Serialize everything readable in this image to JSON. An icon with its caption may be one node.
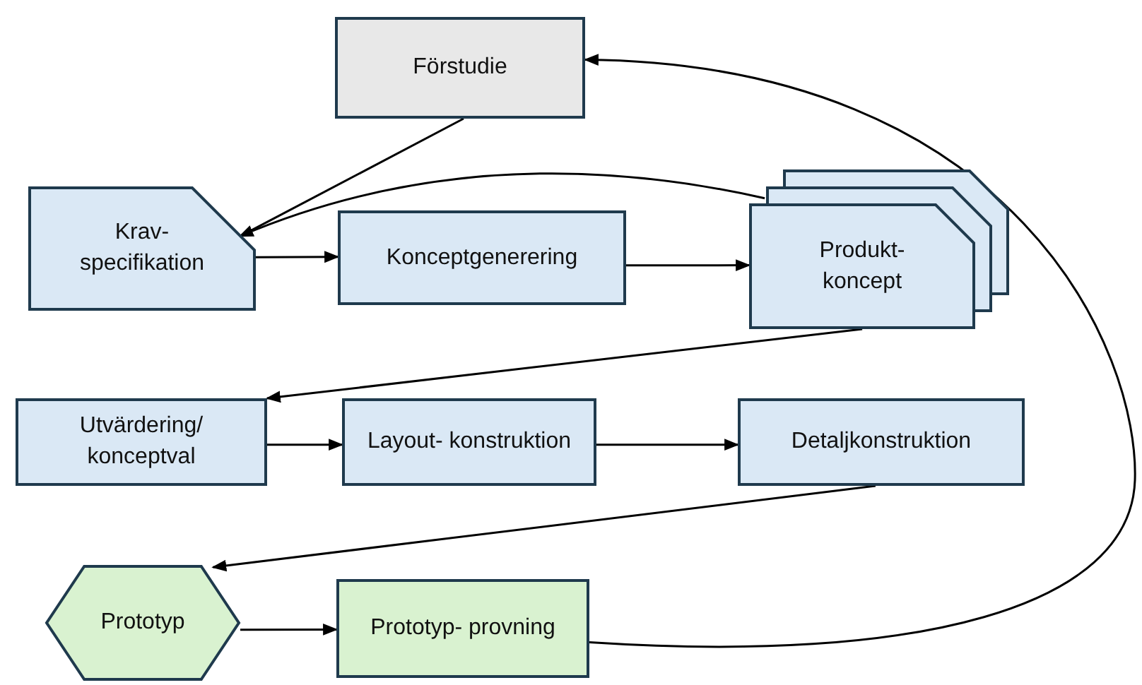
{
  "diagram": {
    "nodes": [
      {
        "text": [
          "Förstudie"
        ]
      },
      {
        "text": [
          "Krav- specifikation"
        ]
      },
      {
        "text": [
          "Konceptgenerering"
        ]
      },
      {
        "text": [
          "Produkt- koncept"
        ]
      },
      {
        "text": [
          "Utvärdering/ konceptval"
        ]
      },
      {
        "text": [
          "Layout- konstruktion"
        ]
      },
      {
        "text": [
          "Detaljkonstruktion"
        ]
      },
      {
        "text": [
          "Prototyp"
        ]
      },
      {
        "text": [
          "Prototyp- provning"
        ]
      }
    ],
    "edges": [
      {
        "from": 0,
        "to": 1,
        "arrow": "to"
      },
      {
        "from": 3,
        "to": 1,
        "arrow": "to"
      },
      {
        "from": 1,
        "to": 2,
        "arrow": "to"
      },
      {
        "from": 2,
        "to": 3,
        "arrow": "to"
      },
      {
        "from": 3,
        "to": 4,
        "arrow": "to"
      },
      {
        "from": 4,
        "to": 5,
        "arrow": "to"
      },
      {
        "from": 5,
        "to": 6,
        "arrow": "to"
      },
      {
        "from": 6,
        "to": 7,
        "arrow": "to"
      },
      {
        "from": 7,
        "to": 8,
        "arrow": "to"
      },
      {
        "from": 8,
        "to": 0,
        "arrow": "to"
      }
    ]
  }
}
